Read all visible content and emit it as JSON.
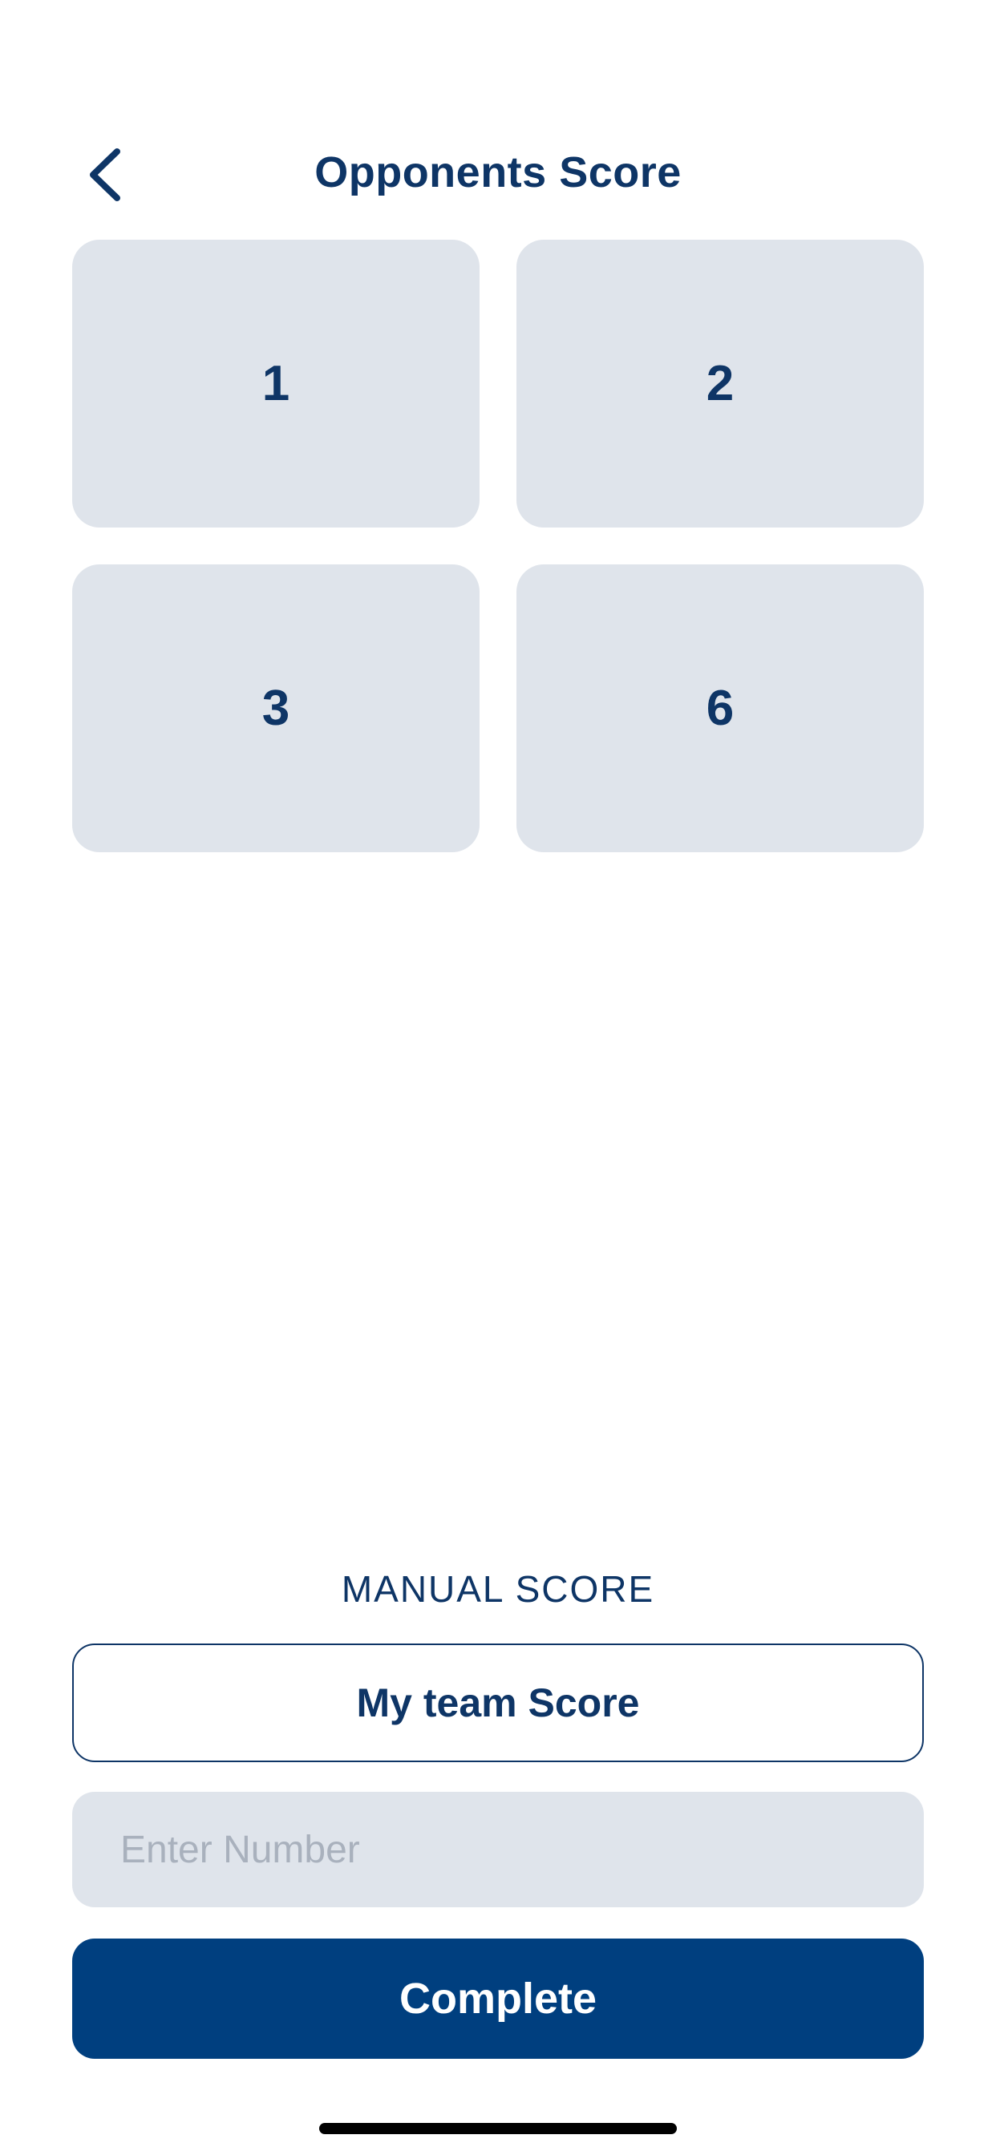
{
  "header": {
    "title": "Opponents Score",
    "back_icon": "chevron-left-icon"
  },
  "scores": [
    {
      "label": "1"
    },
    {
      "label": "2"
    },
    {
      "label": "3"
    },
    {
      "label": "6"
    }
  ],
  "manual": {
    "label": "MANUAL SCORE",
    "team_button": "My team Score",
    "input_placeholder": "Enter Number",
    "input_value": ""
  },
  "actions": {
    "complete_label": "Complete"
  },
  "colors": {
    "primary": "#0e3566",
    "button": "#003f7f",
    "tile": "#dfe4eb",
    "placeholder": "#a9b1bd"
  }
}
